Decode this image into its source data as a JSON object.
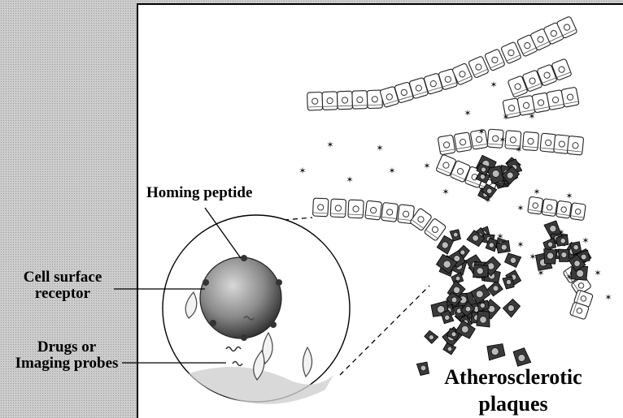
{
  "labels": {
    "homing_peptide": "Homing peptide",
    "cell_surface_receptor": "Cell surface receptor",
    "drugs_or_imaging_probes": "Drugs or Imaging probes",
    "atherosclerotic_plaques": "Atherosclerotic plaques"
  },
  "colors": {
    "background_pattern": "#cdcdcd",
    "panel": "#ffffff",
    "ink": "#000000",
    "nanoparticle": "#7a7a7a"
  }
}
